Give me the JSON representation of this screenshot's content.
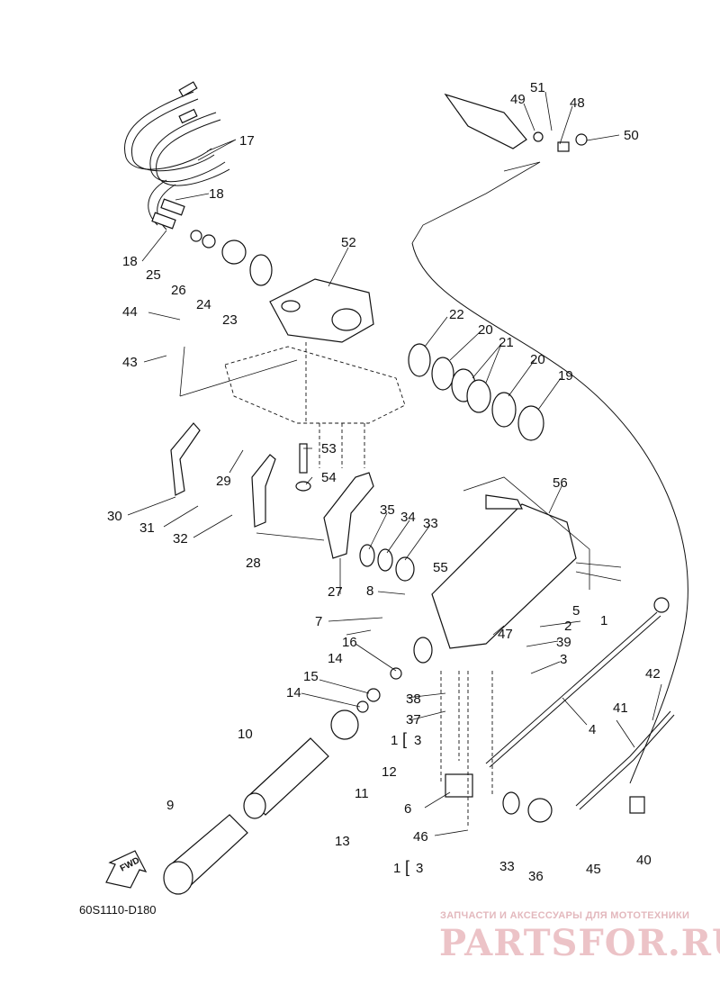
{
  "diagram": {
    "drawing_code": "60S1110-D180",
    "forward_marker": "FWD",
    "part_numbers": [
      "1",
      "2",
      "3",
      "3",
      "3",
      "4",
      "5",
      "6",
      "7",
      "8",
      "9",
      "10",
      "11",
      "12",
      "13",
      "14",
      "14",
      "15",
      "16",
      "17",
      "18",
      "18",
      "19",
      "20",
      "20",
      "21",
      "22",
      "23",
      "24",
      "25",
      "26",
      "27",
      "28",
      "29",
      "30",
      "31",
      "32",
      "33",
      "33",
      "34",
      "35",
      "36",
      "37",
      "38",
      "39",
      "40",
      "41",
      "42",
      "43",
      "44",
      "45",
      "46",
      "47",
      "48",
      "49",
      "50",
      "51",
      "52",
      "53",
      "54",
      "55",
      "56",
      "1",
      "1"
    ]
  },
  "watermark": {
    "caption": "ЗАПЧАСТИ И АКСЕССУАРЫ ДЛЯ МОТОТЕХНИКИ",
    "logo_text": "PARTSFOR.RU"
  },
  "colors": {
    "line": "#111111",
    "watermark": "#ecc3c7"
  }
}
